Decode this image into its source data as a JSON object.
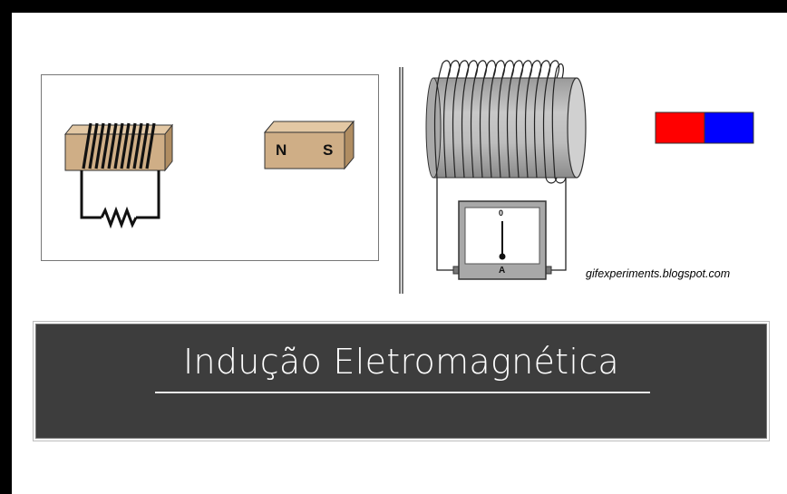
{
  "credit": "gifexperiments.blogspot.com",
  "title": "Indução Eletromagnética",
  "left_diagram": {
    "magnet_pole_n": "N",
    "magnet_pole_s": "S"
  },
  "right_diagram": {
    "meter_zero": "0",
    "meter_unit": "A",
    "magnet_colors": {
      "north": "#ff0000",
      "south": "#0000ff"
    }
  }
}
